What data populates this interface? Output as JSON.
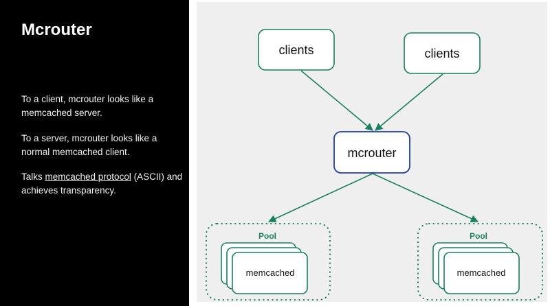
{
  "slide": {
    "title": "Mcrouter",
    "paragraphs": [
      {
        "text": "To a client, mcrouter looks like a memcached server."
      },
      {
        "text": "To a server, mcrouter looks like a normal memcached client."
      },
      {
        "prefix": "Talks ",
        "link": "memcached protocol",
        "suffix": " (ASCII) and achieves transparency."
      }
    ]
  },
  "diagram": {
    "colors": {
      "green": "#1a7f5e",
      "blue": "#1f3f9a",
      "panel": "#efefef"
    },
    "clients": [
      {
        "label": "clients"
      },
      {
        "label": "clients"
      }
    ],
    "router": {
      "label": "mcrouter"
    },
    "pools": [
      {
        "title": "Pool",
        "server_label": "memcached"
      },
      {
        "title": "Pool",
        "server_label": "memcached"
      }
    ]
  }
}
